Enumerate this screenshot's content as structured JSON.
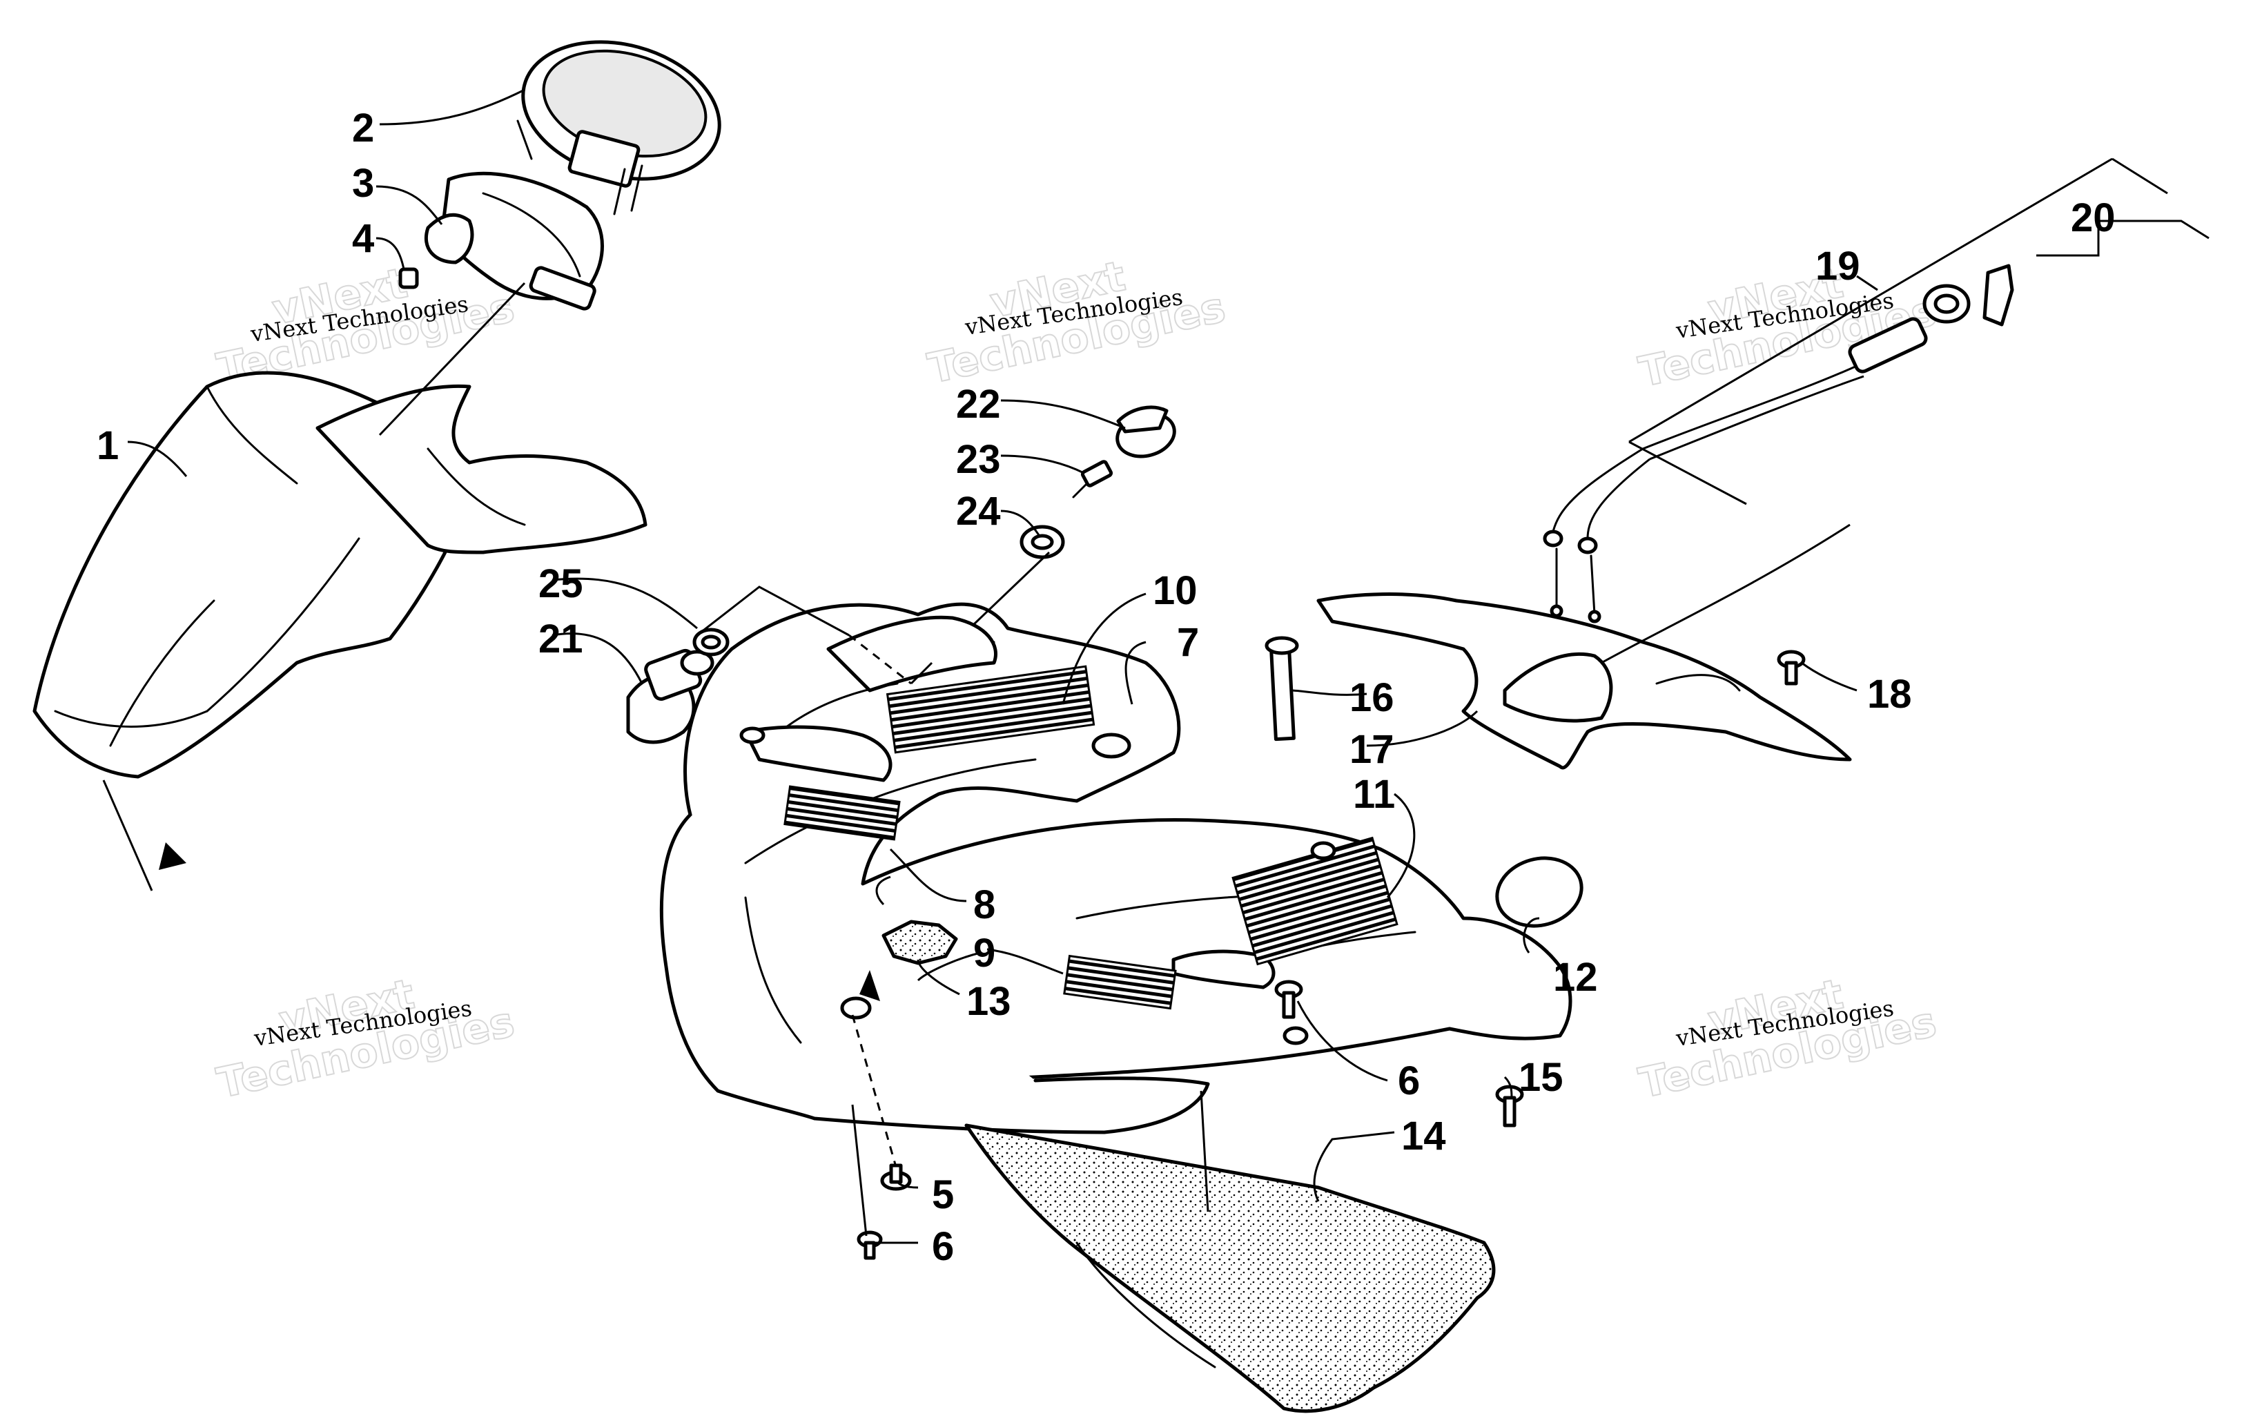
{
  "diagram": {
    "callouts": [
      "1",
      "2",
      "3",
      "4",
      "5",
      "6",
      "6",
      "7",
      "8",
      "9",
      "10",
      "11",
      "12",
      "13",
      "14",
      "15",
      "16",
      "17",
      "18",
      "19",
      "20",
      "21",
      "22",
      "23",
      "24",
      "25"
    ],
    "watermark": {
      "line1": "vNext Technologies",
      "line2": "vNext",
      "line3": "Technologies"
    },
    "colors": {
      "ink": "#000000",
      "paper": "#ffffff",
      "watermark": "#cfcfcf"
    }
  }
}
